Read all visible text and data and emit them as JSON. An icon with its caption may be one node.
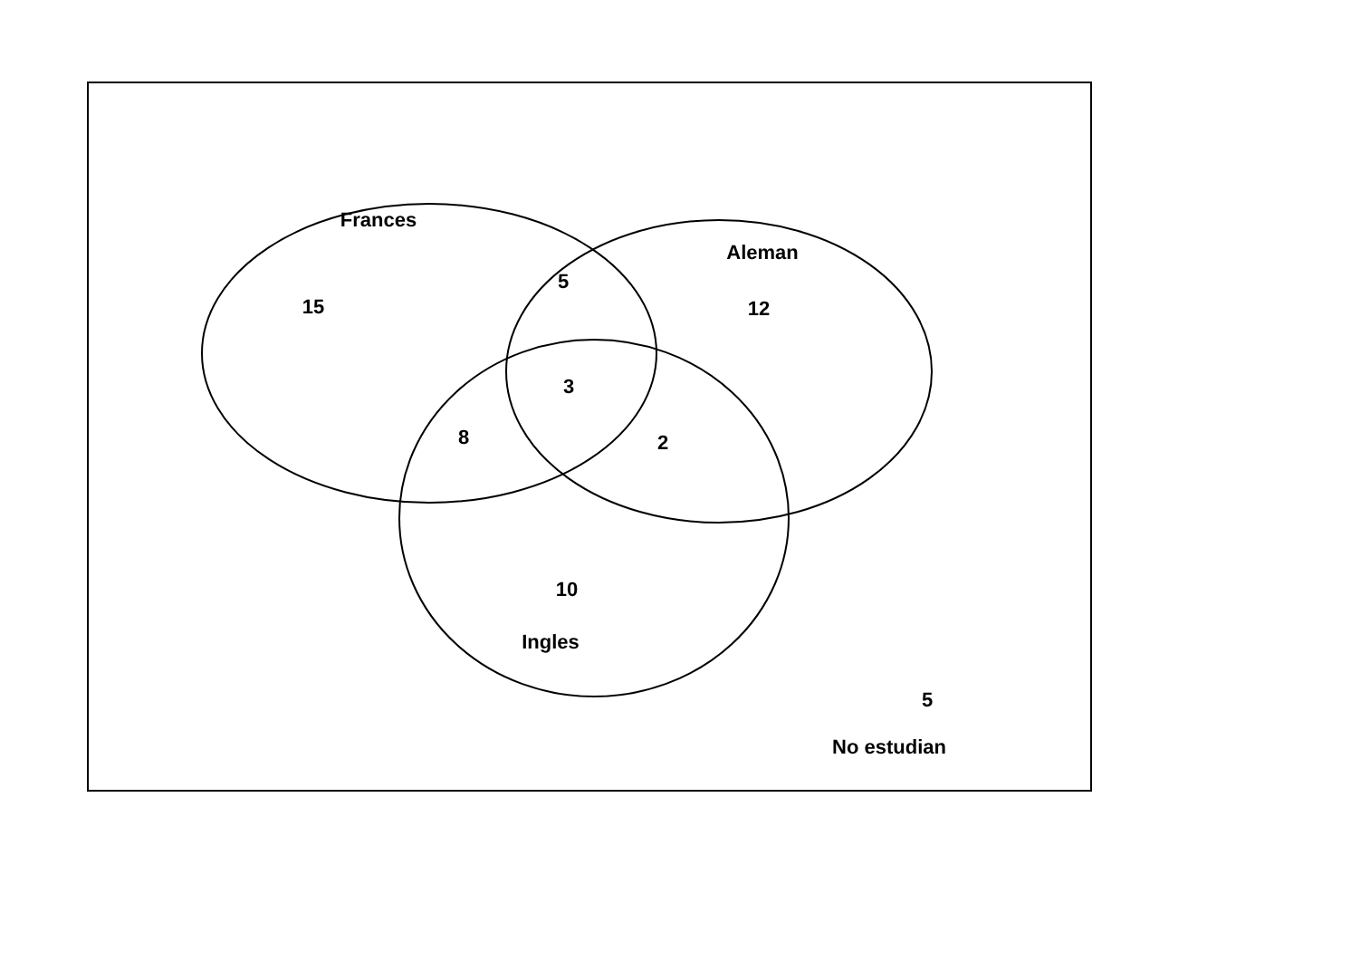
{
  "diagram": {
    "nodes": [
      {
        "text": [
          "5",
          "No estudian"
        ]
      },
      {
        "text": [
          "Frances"
        ],
        "in": 0
      },
      {
        "text": [
          "Aleman"
        ],
        "in": 0
      },
      {
        "text": [
          "Ingles"
        ],
        "in": 0
      }
    ],
    "edges": [],
    "labels": [
      "5",
      "15",
      "12",
      "3",
      "8",
      "2",
      "10"
    ]
  }
}
